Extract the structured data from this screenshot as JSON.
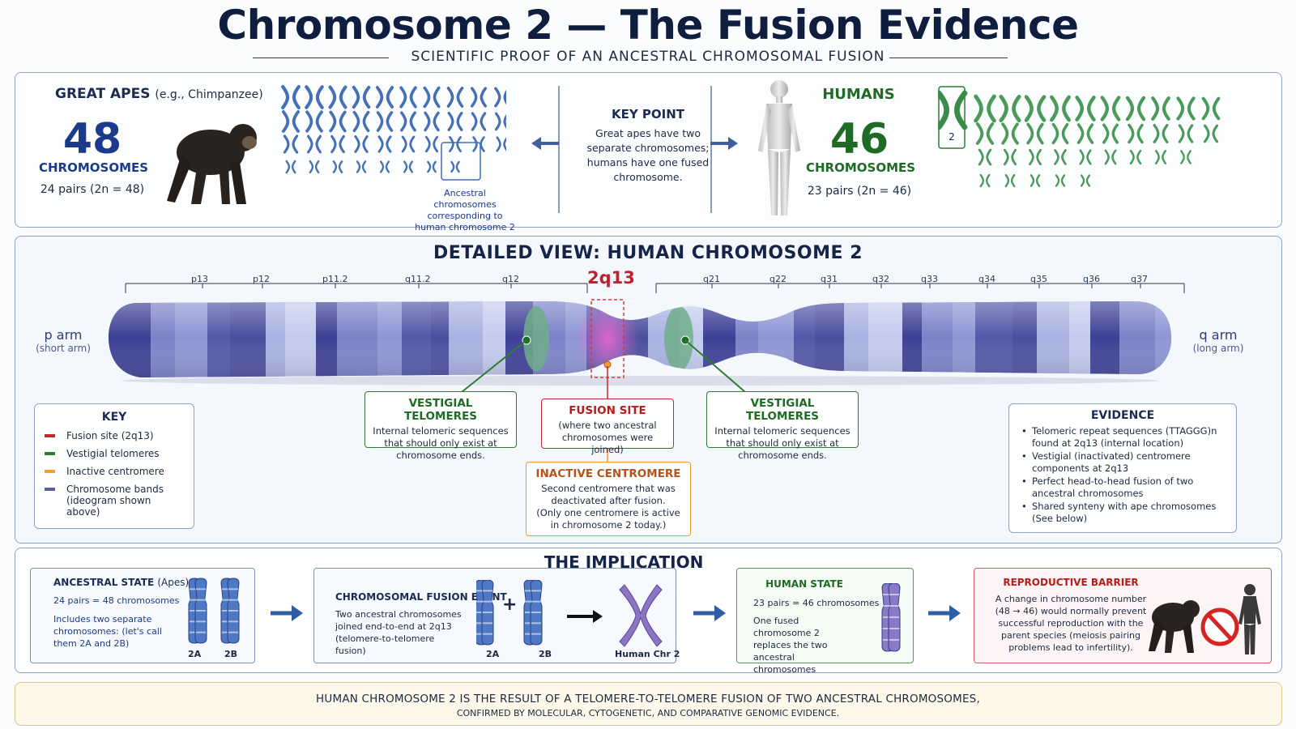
{
  "header": {
    "title": "Chromosome 2 — The Fusion Evidence",
    "subtitle": "SCIENTIFIC PROOF OF AN ANCESTRAL CHROMOSOMAL FUSION"
  },
  "great_apes": {
    "heading": "GREAT APES",
    "example": "(e.g., Chimpanzee)",
    "count": "48",
    "unit": "CHROMOSOMES",
    "pairs": "24 pairs (2n = 48)",
    "ancestral_caption": "Ancestral chromosomes corresponding to human chromosome 2"
  },
  "key_point": {
    "heading": "KEY POINT",
    "text": "Great apes have two separate chromosomes; humans have one fused chromosome."
  },
  "humans": {
    "heading": "HUMANS",
    "count": "46",
    "unit": "CHROMOSOMES",
    "pairs": "23 pairs (2n = 46)",
    "chr2_label": "2"
  },
  "detailed_view": {
    "title": "DETAILED VIEW: HUMAN CHROMOSOME 2",
    "p_bands": [
      "p13",
      "p12",
      "p11.2",
      "q11.2",
      "q12"
    ],
    "q_bands": [
      "q21",
      "q22",
      "q31",
      "q32",
      "q33",
      "q34",
      "q35",
      "q36",
      "q37"
    ],
    "fusion_label": "2q13",
    "p_arm": "p arm",
    "p_arm_sub": "(short arm)",
    "q_arm": "q arm",
    "q_arm_sub": "(long arm)"
  },
  "callouts": {
    "telomeres_left": {
      "title": "VESTIGIAL TELOMERES",
      "text": "Internal telomeric sequences that should only exist at chromosome ends."
    },
    "fusion_site": {
      "title": "FUSION SITE",
      "text": "(where two ancestral chromosomes were joined)"
    },
    "telomeres_right": {
      "title": "VESTIGIAL TELOMERES",
      "text": "Internal telomeric sequences that should only exist at chromosome ends."
    },
    "centromere": {
      "title": "INACTIVE CENTROMERE",
      "text": "Second centromere that was deactivated after fusion.",
      "note": "(Only one centromere is active in chromosome 2 today.)"
    }
  },
  "key": {
    "title": "KEY",
    "items": [
      {
        "label": "Fusion site (2q13)",
        "color": "#c62828"
      },
      {
        "label": "Vestigial telomeres",
        "color": "#2e7d32"
      },
      {
        "label": "Inactive centromere",
        "color": "#f0a030"
      },
      {
        "label": "Chromosome bands (ideogram shown above)",
        "color": "#5a5fa8"
      }
    ]
  },
  "evidence": {
    "title": "EVIDENCE",
    "items": [
      "Telomeric repeat sequences (TTAGGG)n found at 2q13 (internal location)",
      "Vestigial (inactivated) centromere components at 2q13",
      "Perfect head-to-head fusion of two ancestral chromosomes",
      "Shared synteny with ape chromosomes (See below)"
    ]
  },
  "implication": {
    "title": "THE IMPLICATION",
    "ancestral": {
      "heading": "ANCESTRAL STATE",
      "heading_sub": "(Apes)",
      "pairs": "24 pairs = 48 chromosomes",
      "text": "Includes two separate chromosomes: (let's call them 2A and 2B)",
      "label_a": "2A",
      "label_b": "2B"
    },
    "fusion_event": {
      "heading": "CHROMOSOMAL FUSION EVENT",
      "text": "Two ancestral chromosomes joined end-to-end at 2q13 (telomere-to-telomere fusion)",
      "label_a": "2A",
      "label_b": "2B",
      "plus": "+",
      "result": "Human Chr 2"
    },
    "human_state": {
      "heading": "HUMAN STATE",
      "pairs": "23 pairs = 46 chromosomes",
      "text": "One fused chromosome 2 replaces the two ancestral chromosomes"
    },
    "barrier": {
      "heading": "REPRODUCTIVE BARRIER",
      "text": "A change in chromosome number (48 → 46) would normally prevent successful reproduction with the parent species (meiosis pairing problems lead to infertility)."
    }
  },
  "footer": {
    "line1": "HUMAN CHROMOSOME 2 IS THE RESULT OF A TELOMERE-TO-TELOMERE FUSION OF TWO ANCESTRAL CHROMOSOMES,",
    "line2": "CONFIRMED BY MOLECULAR, CYTOGENETIC, AND COMPARATIVE GENOMIC EVIDENCE."
  },
  "colors": {
    "navy": "#0f1d3e",
    "ape_blue": "#1b3a8c",
    "human_green": "#1f6a25",
    "fusion_red": "#c62828",
    "telomere_green": "#2e7d32",
    "centromere_orange": "#f0a030"
  }
}
